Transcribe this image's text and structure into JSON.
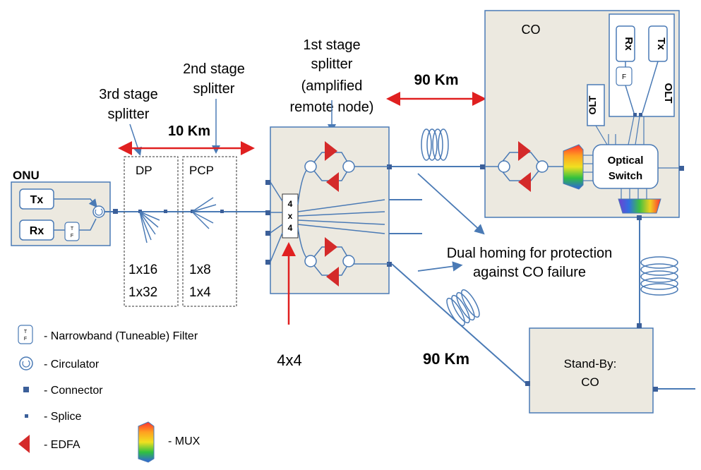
{
  "onu": {
    "label": "ONU",
    "tx": "Tx",
    "rx": "Rx",
    "filter": "T\nF"
  },
  "dp": {
    "label": "DP",
    "ratio_a": "1x16",
    "ratio_b": "1x32"
  },
  "pcp": {
    "label": "PCP",
    "ratio_a": "1x8",
    "ratio_b": "1x4"
  },
  "splitters": {
    "third": [
      "3rd stage",
      "splitter"
    ],
    "second": [
      "2nd stage",
      "splitter"
    ],
    "first": [
      "1st stage",
      "splitter",
      "(amplified",
      "remote node)"
    ]
  },
  "distances": {
    "access": "10 Km",
    "feeder": "90 Km",
    "standby": "90 Km"
  },
  "remote_node": {
    "matrix": [
      "4",
      "x",
      "4"
    ],
    "label": "4x4"
  },
  "co": {
    "label": "CO",
    "rx": "Rx",
    "tx": "Tx",
    "f": "F",
    "olt_left": "OLT",
    "olt_right": "OLT",
    "switch": [
      "Optical",
      "Switch"
    ]
  },
  "standby": {
    "label": [
      "Stand-By:",
      "CO"
    ]
  },
  "dual_homing": [
    "Dual homing for protection",
    "against CO failure"
  ],
  "legend": {
    "filter_glyph": "T\nF",
    "filter": "- Narrowband (Tuneable) Filter",
    "circulator": "- Circulator",
    "connector": "- Connector",
    "splice": "- Splice",
    "edfa": "- EDFA",
    "mux": "- MUX"
  },
  "colors": {
    "fiber": "#4a7ab5",
    "distance_arrow": "#e02020",
    "edfa": "#d42a2a",
    "box_fill": "#ece9e0",
    "connector": "#3b5f99"
  }
}
